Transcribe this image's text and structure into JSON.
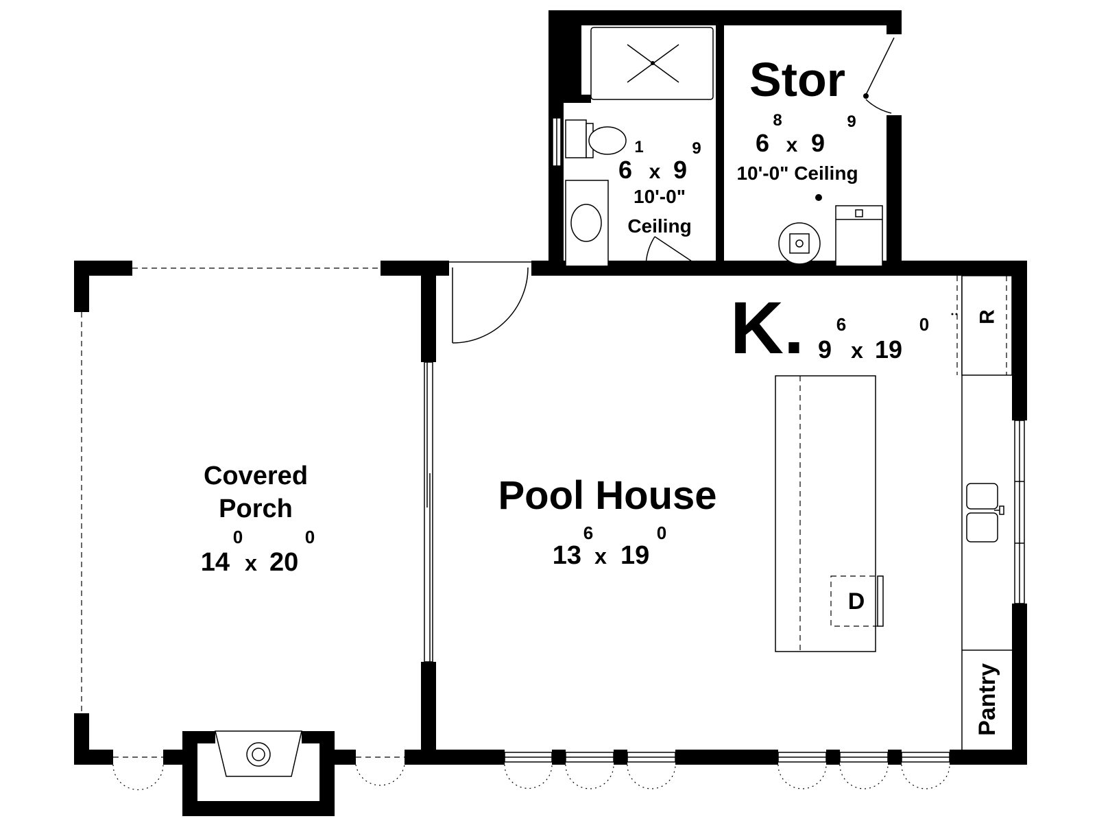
{
  "rooms": {
    "covered_porch": {
      "line1": "Covered",
      "line2": "Porch",
      "w_ft": "14",
      "w_in": "0",
      "x": "x",
      "l_ft": "20",
      "l_in": "0"
    },
    "pool_house": {
      "name": "Pool House",
      "w_ft": "13",
      "w_in": "6",
      "x": "x",
      "l_ft": "19",
      "l_in": "0"
    },
    "kitchen": {
      "name": "K.",
      "w_ft": "9",
      "w_in": "6",
      "x": "x",
      "l_ft": "19",
      "l_in": "0"
    },
    "bath": {
      "w_ft": "6",
      "w_in": "1",
      "x": "x",
      "l_ft": "9",
      "l_in": "9",
      "ceiling_line1": "10'-0\"",
      "ceiling_line2": "Ceiling"
    },
    "storage": {
      "name": "Stor",
      "w_ft": "6",
      "w_in": "8",
      "x": "x",
      "l_ft": "9",
      "l_in": "9",
      "ceiling": "10'-0\" Ceiling"
    }
  },
  "fixtures": {
    "refrigerator": "R",
    "dishwasher": "D",
    "pantry": "Pantry"
  }
}
